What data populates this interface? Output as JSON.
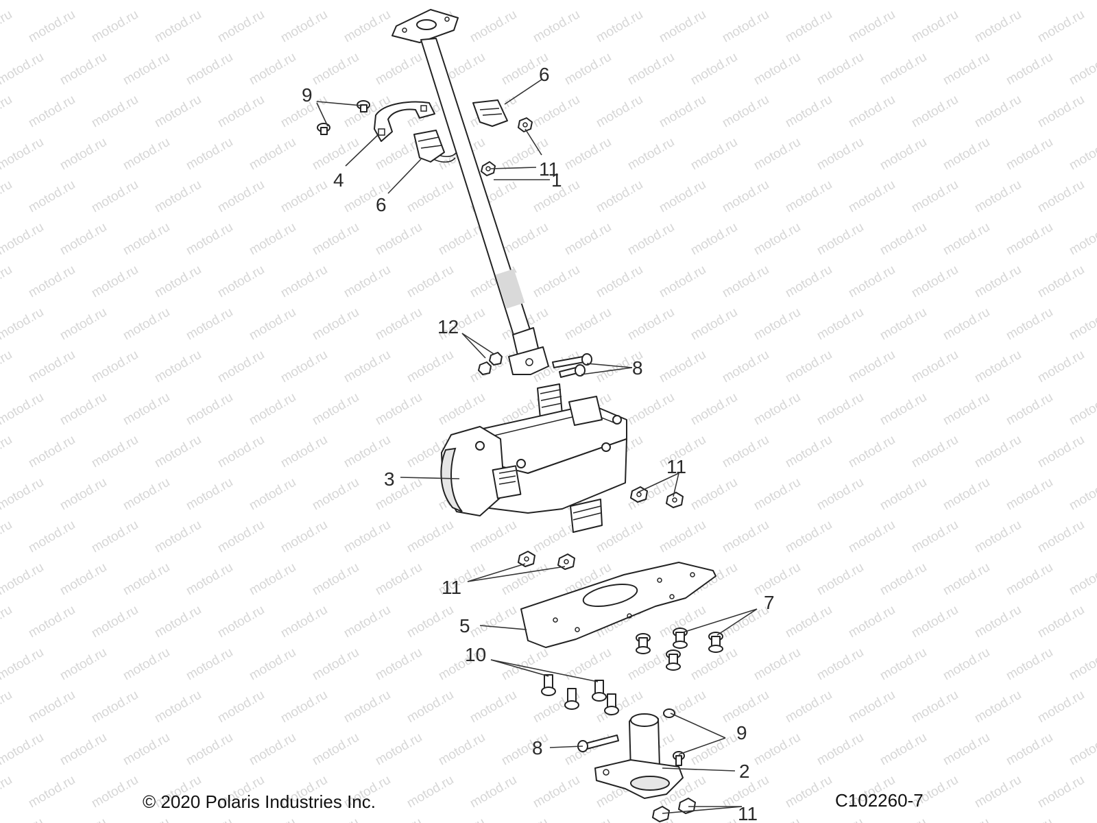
{
  "watermark": {
    "text": "motod.ru"
  },
  "footer": {
    "copyright": "© 2020 Polaris Industries Inc.",
    "diagram_code": "C102260-7"
  },
  "callouts": [
    {
      "label": "9"
    },
    {
      "label": "6"
    },
    {
      "label": "11"
    },
    {
      "label": "4"
    },
    {
      "label": "6"
    },
    {
      "label": "1"
    },
    {
      "label": "12"
    },
    {
      "label": "8"
    },
    {
      "label": "3"
    },
    {
      "label": "11"
    },
    {
      "label": "11"
    },
    {
      "label": "7"
    },
    {
      "label": "5"
    },
    {
      "label": "10"
    },
    {
      "label": "9"
    },
    {
      "label": "8"
    },
    {
      "label": "2"
    },
    {
      "label": "11"
    }
  ]
}
